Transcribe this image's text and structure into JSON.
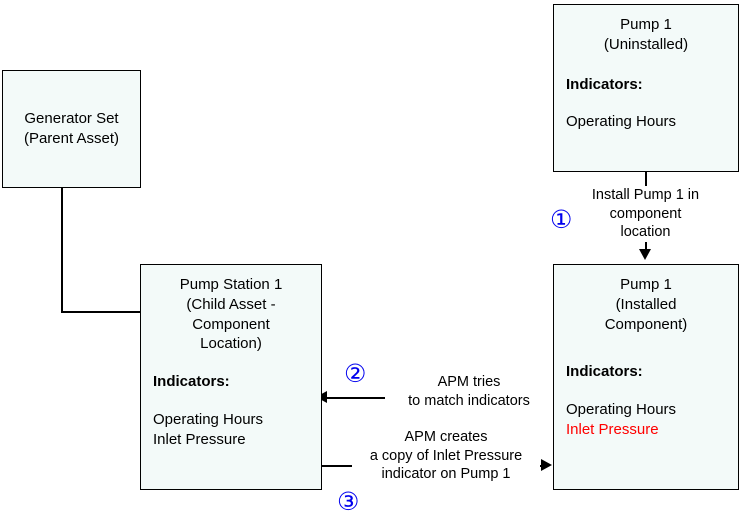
{
  "diagram": {
    "title": "APM component installation indicator matching diagram",
    "background_color": "#ffffff",
    "node_fill_color": "#f3faf9",
    "node_border_color": "#000000",
    "alert_text_color": "#ff0000",
    "step_marker_color": "#0000ee"
  },
  "nodes": {
    "generator_set": {
      "title": "Generator Set\n(Parent Asset)"
    },
    "pump_station": {
      "title": "Pump Station 1\n(Child Asset -\nComponent\nLocation)",
      "indicators_heading": "Indicators:",
      "indicators": "Operating Hours\nInlet Pressure"
    },
    "pump_uninstalled": {
      "title": "Pump 1\n(Uninstalled)",
      "indicators_heading": "Indicators:",
      "indicators": "Operating Hours"
    },
    "pump_installed": {
      "title": "Pump 1\n(Installed\nComponent)",
      "indicators_heading": "Indicators:",
      "indicators_normal": "Operating Hours",
      "indicators_alert": "Inlet Pressure"
    }
  },
  "edges": {
    "install": {
      "label": "Install Pump 1 in\ncomponent\nlocation",
      "step": "①"
    },
    "match": {
      "label": "APM tries\nto match indicators",
      "step": "②"
    },
    "copy": {
      "label": "APM creates\na copy of Inlet Pressure\nindicator on Pump 1",
      "step": "③"
    },
    "parent_child": {
      "label": ""
    }
  }
}
